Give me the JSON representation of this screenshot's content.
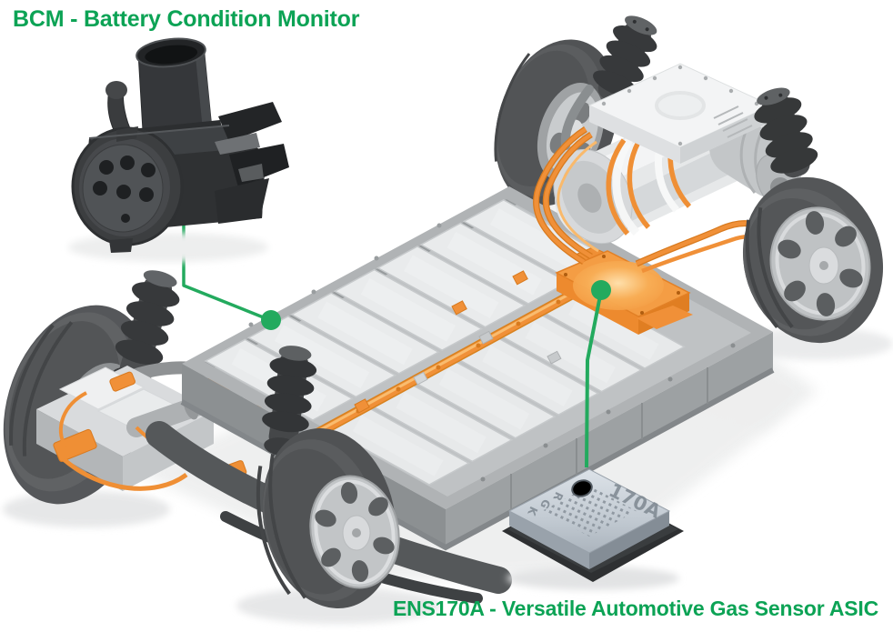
{
  "labels": {
    "bcm": "BCM - Battery Condition Monitor",
    "ens170a": "ENS170A - Versatile Automotive Gas Sensor ASIC"
  },
  "chip": {
    "marking_main": "170A",
    "marking_side_letters": [
      "R",
      "G",
      "K"
    ]
  },
  "colors": {
    "label_green": "#0CA355",
    "callout_green": "#23AA5E",
    "cable_orange": "#EF8F35",
    "junction_box_orange": "#F49D44",
    "chassis_gray": "#B0B3B5",
    "module_white": "#E9EBEC",
    "tire_dark": "#545658",
    "device_black": "#2F3133",
    "chip_silver": "#C9D1D9",
    "background": "#FFFFFF"
  }
}
